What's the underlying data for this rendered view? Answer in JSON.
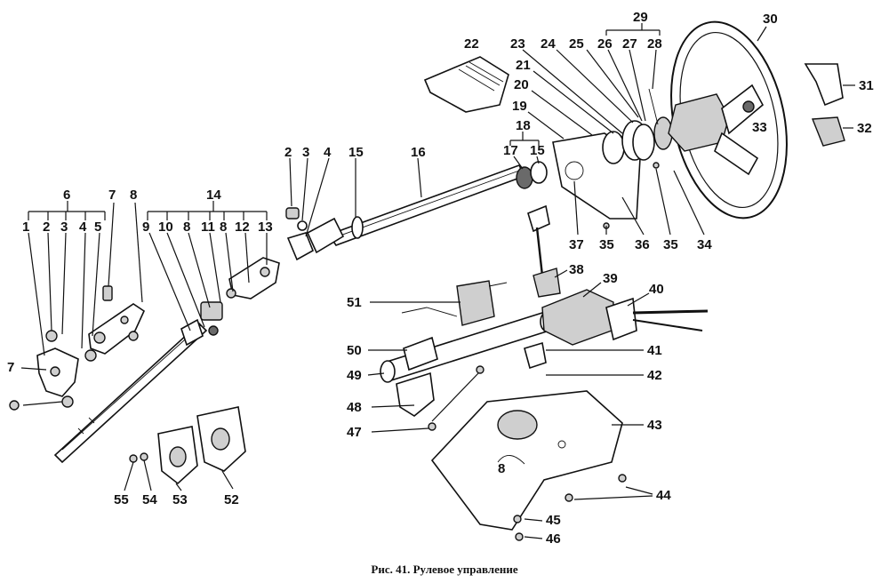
{
  "caption": "Рис. 41. Рулевое управление",
  "callouts": [
    {
      "id": "c1",
      "text": "1"
    },
    {
      "id": "c2",
      "text": "2"
    },
    {
      "id": "c3",
      "text": "3"
    },
    {
      "id": "c4",
      "text": "4"
    },
    {
      "id": "c5",
      "text": "5"
    },
    {
      "id": "c6",
      "text": "6"
    },
    {
      "id": "c7a",
      "text": "7"
    },
    {
      "id": "c7b",
      "text": "7"
    },
    {
      "id": "c8a",
      "text": "8"
    },
    {
      "id": "c8b",
      "text": "8"
    },
    {
      "id": "c8c",
      "text": "8"
    },
    {
      "id": "c9",
      "text": "9"
    },
    {
      "id": "c10",
      "text": "10"
    },
    {
      "id": "c11",
      "text": "11"
    },
    {
      "id": "c12",
      "text": "12"
    },
    {
      "id": "c13",
      "text": "13"
    },
    {
      "id": "c14",
      "text": "14"
    },
    {
      "id": "c2b",
      "text": "2"
    },
    {
      "id": "c3b",
      "text": "3"
    },
    {
      "id": "c4b",
      "text": "4"
    },
    {
      "id": "c15a",
      "text": "15"
    },
    {
      "id": "c15b",
      "text": "15"
    },
    {
      "id": "c16",
      "text": "16"
    },
    {
      "id": "c17",
      "text": "17"
    },
    {
      "id": "c18",
      "text": "18"
    },
    {
      "id": "c19",
      "text": "19"
    },
    {
      "id": "c20",
      "text": "20"
    },
    {
      "id": "c21",
      "text": "21"
    },
    {
      "id": "c22",
      "text": "22"
    },
    {
      "id": "c23",
      "text": "23"
    },
    {
      "id": "c24",
      "text": "24"
    },
    {
      "id": "c25",
      "text": "25"
    },
    {
      "id": "c26",
      "text": "26"
    },
    {
      "id": "c27",
      "text": "27"
    },
    {
      "id": "c28",
      "text": "28"
    },
    {
      "id": "c29",
      "text": "29"
    },
    {
      "id": "c30",
      "text": "30"
    },
    {
      "id": "c31",
      "text": "31"
    },
    {
      "id": "c32",
      "text": "32"
    },
    {
      "id": "c33",
      "text": "33"
    },
    {
      "id": "c34",
      "text": "34"
    },
    {
      "id": "c35a",
      "text": "35"
    },
    {
      "id": "c35b",
      "text": "35"
    },
    {
      "id": "c36",
      "text": "36"
    },
    {
      "id": "c37",
      "text": "37"
    },
    {
      "id": "c38",
      "text": "38"
    },
    {
      "id": "c39",
      "text": "39"
    },
    {
      "id": "c40",
      "text": "40"
    },
    {
      "id": "c41",
      "text": "41"
    },
    {
      "id": "c42",
      "text": "42"
    },
    {
      "id": "c43",
      "text": "43"
    },
    {
      "id": "c44",
      "text": "44"
    },
    {
      "id": "c45",
      "text": "45"
    },
    {
      "id": "c46",
      "text": "46"
    },
    {
      "id": "c47",
      "text": "47"
    },
    {
      "id": "c48",
      "text": "48"
    },
    {
      "id": "c49",
      "text": "49"
    },
    {
      "id": "c50",
      "text": "50"
    },
    {
      "id": "c51",
      "text": "51"
    },
    {
      "id": "c52",
      "text": "52"
    },
    {
      "id": "c53",
      "text": "53"
    },
    {
      "id": "c54",
      "text": "54"
    },
    {
      "id": "c55",
      "text": "55"
    },
    {
      "id": "c8d",
      "text": "8"
    }
  ]
}
